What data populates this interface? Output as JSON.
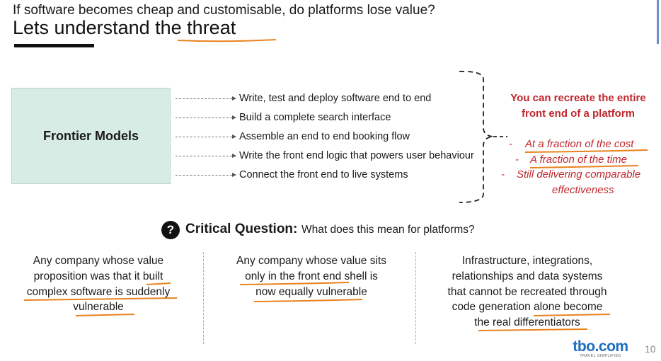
{
  "header": {
    "subtitle": "If software becomes cheap and customisable, do platforms lose value?",
    "title": "Lets understand the threat"
  },
  "frontier": {
    "label": "Frontier Models",
    "capabilities": [
      "Write, test and deploy software end to end",
      "Build a complete search interface",
      "Assemble an end to end booking flow",
      "Write the front end logic that powers user behaviour",
      "Connect the front end to live systems"
    ]
  },
  "conclusion": {
    "headline_line1": "You can recreate the entire",
    "headline_line2": "front end of a platform",
    "bullets": [
      "At a fraction of the cost",
      "A fraction of the time",
      "Still delivering comparable",
      "effectiveness"
    ],
    "dash": "-"
  },
  "question": {
    "icon": "?",
    "label": "Critical Question:",
    "text": "What does this mean for platforms?"
  },
  "columns": [
    [
      "Any company whose value",
      "proposition was that it built",
      "complex software is suddenly",
      "vulnerable"
    ],
    [
      "Any company whose value sits",
      "only in the front end shell is",
      "now equally vulnerable"
    ],
    [
      "Infrastructure, integrations,",
      "relationships and data systems",
      "that cannot be recreated through",
      "code generation alone become",
      "the real differentiators"
    ]
  ],
  "footer": {
    "logo_main": "tbo.com",
    "logo_sub": "TRAVEL SIMPLIFIED",
    "page_number": "10"
  },
  "colors": {
    "accent_red": "#c0272d",
    "annotation_orange": "#e8821e",
    "box_fill": "#d7ece5",
    "logo_blue": "#1b6ec2"
  }
}
